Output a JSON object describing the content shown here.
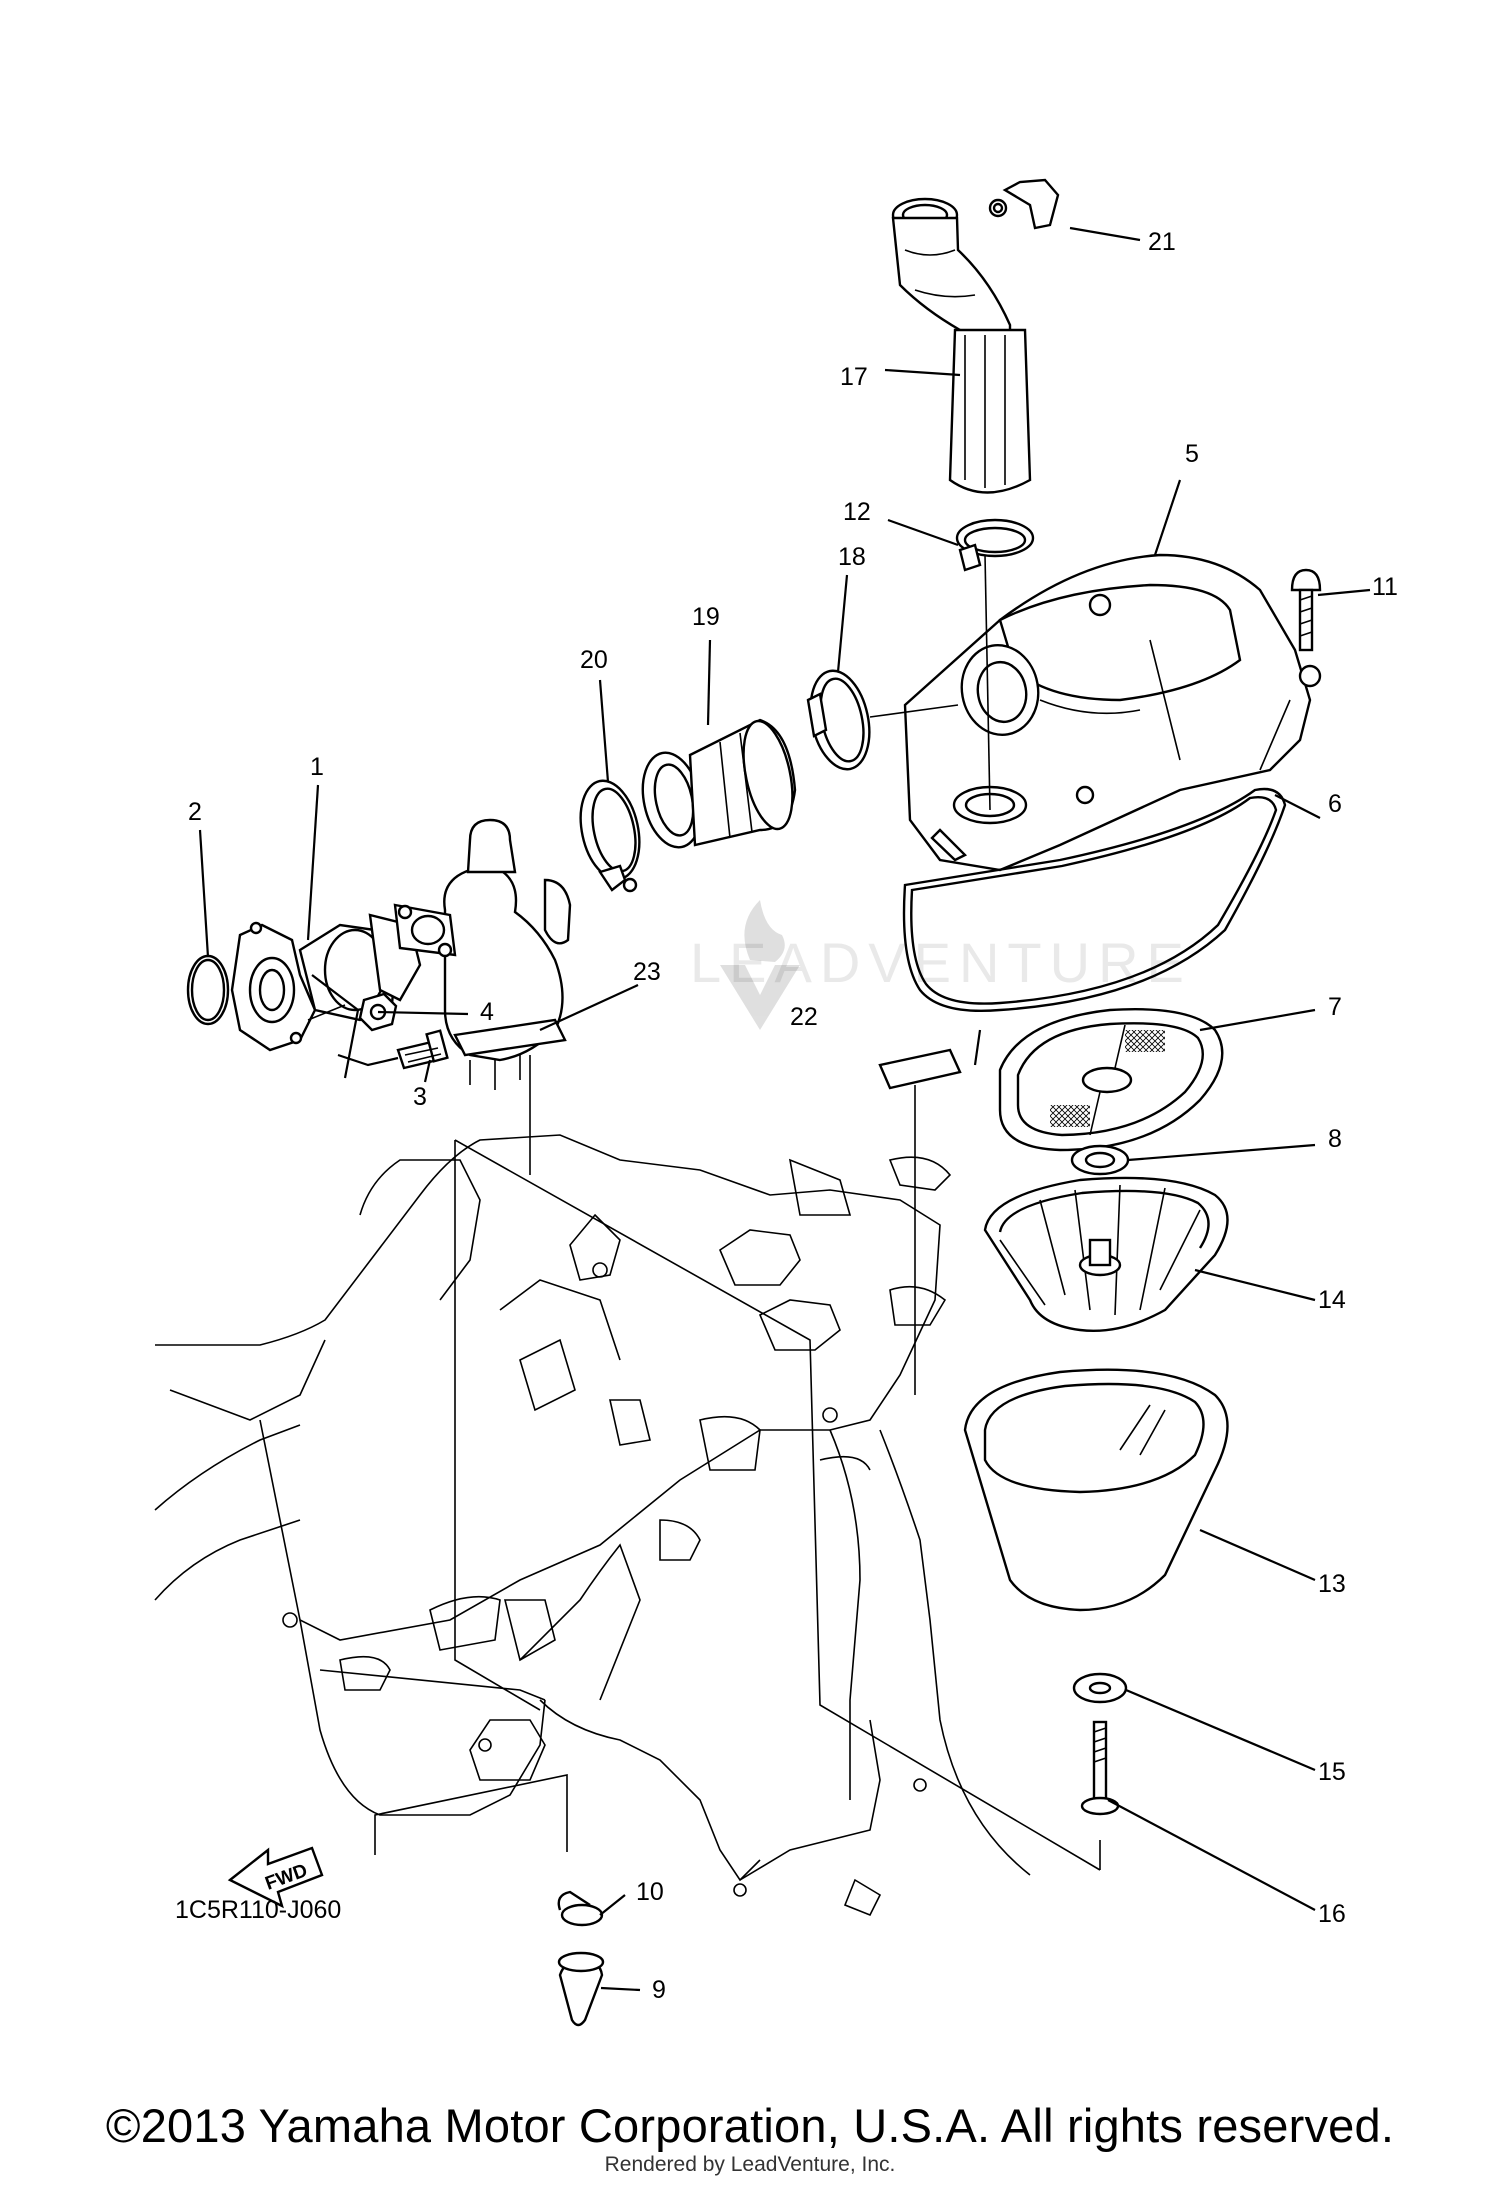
{
  "diagram_code": "1C5R110-J060",
  "fwd_label": "FWD",
  "watermark_text": "LEADVENTURE",
  "footer": {
    "copyright": "©2013 Yamaha Motor Corporation, U.S.A. All rights reserved.",
    "render_credit": "Rendered by LeadVenture, Inc."
  },
  "callouts": {
    "c1": "1",
    "c2": "2",
    "c3": "3",
    "c4": "4",
    "c5": "5",
    "c6": "6",
    "c7": "7",
    "c8": "8",
    "c9": "9",
    "c10": "10",
    "c11": "11",
    "c12": "12",
    "c13": "13",
    "c14": "14",
    "c15": "15",
    "c16": "16",
    "c17": "17",
    "c18": "18",
    "c19": "19",
    "c20": "20",
    "c21": "21",
    "c22": "22",
    "c23": "23"
  }
}
